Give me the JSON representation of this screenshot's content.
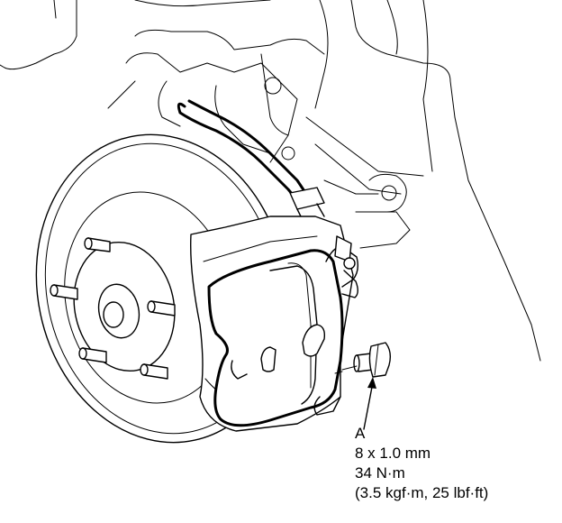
{
  "callout": {
    "letter": "A",
    "bolt_size": "8 x 1.0 mm",
    "torque_nm": "34 N·m",
    "torque_alt": "(3.5 kgf·m, 25 lbf·ft)"
  }
}
